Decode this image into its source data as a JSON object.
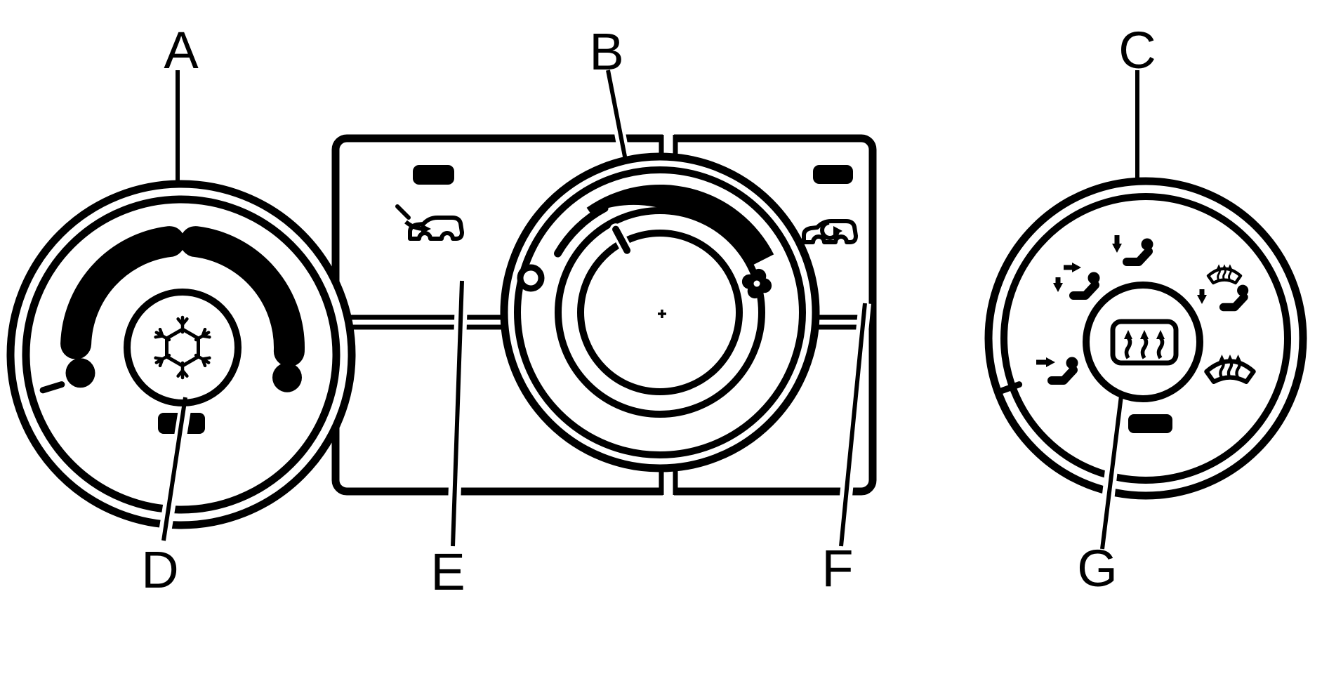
{
  "figure": {
    "title": "HVAC control panel callout diagram",
    "background_color": "#ffffff",
    "line_color": "#000000"
  },
  "callouts": [
    {
      "letter": "A",
      "points_to": "temperature-knob"
    },
    {
      "letter": "B",
      "points_to": "fan-speed-knob"
    },
    {
      "letter": "C",
      "points_to": "mode-knob"
    },
    {
      "letter": "D",
      "points_to": "snowflake-ac-marker"
    },
    {
      "letter": "E",
      "points_to": "outside-air-icon"
    },
    {
      "letter": "F",
      "points_to": "recirculation-icon"
    },
    {
      "letter": "G",
      "points_to": "rear-defog-button"
    }
  ],
  "icons": {
    "left_knob_center": "snowflake-icon",
    "center_panel_left": "outside-air-car-icon",
    "center_panel_right": "recirculation-car-icon",
    "fan_knob_right": "fan-blower-icon",
    "fan_knob_left": "off-indicator",
    "mode_positions": [
      "vent-icon",
      "bilevel-icon",
      "floor-icon",
      "blend-defog-icon",
      "defrost-icon"
    ],
    "mode_center": "rear-defog-icon"
  }
}
